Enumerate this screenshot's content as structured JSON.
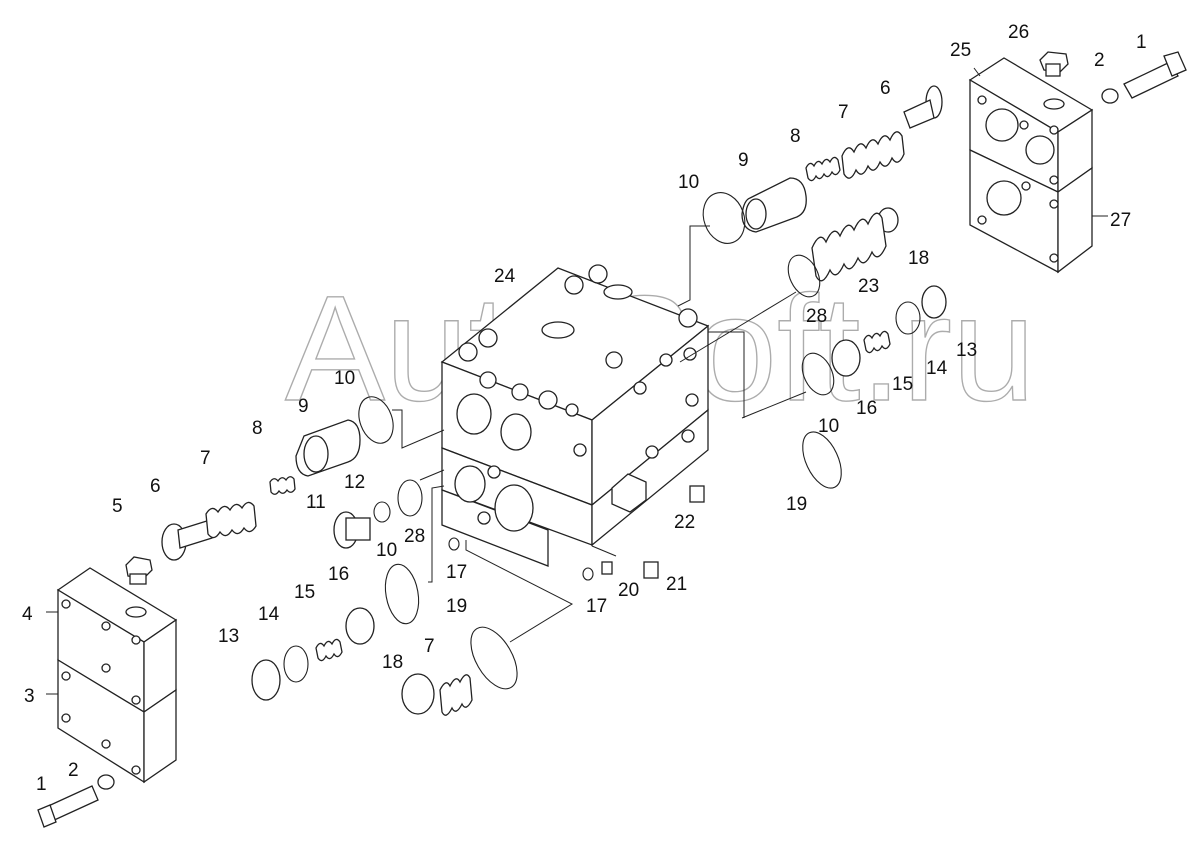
{
  "watermark": "AutoSoft.ru",
  "callouts": {
    "c1a": "1",
    "c2a": "2",
    "c26": "26",
    "c25": "25",
    "c6a": "6",
    "c7a": "7",
    "c8a": "8",
    "c9a": "9",
    "c10a": "10",
    "c18a": "18",
    "c23": "23",
    "c24": "24",
    "c28a": "28",
    "c27": "27",
    "c13a": "13",
    "c14a": "14",
    "c15a": "15",
    "c16a": "16",
    "c10b": "10",
    "c19a": "19",
    "c22": "22",
    "c10c": "10",
    "c9b": "9",
    "c8b": "8",
    "c7b": "7",
    "c6b": "6",
    "c5": "5",
    "c11": "11",
    "c12": "12",
    "c28b": "28",
    "c10d": "10",
    "c17a": "17",
    "c17b": "17",
    "c20": "20",
    "c21": "21",
    "c4": "4",
    "c3": "3",
    "c14b": "14",
    "c15b": "15",
    "c16b": "16",
    "c13b": "13",
    "c18b": "18",
    "c7c": "7",
    "c19b": "19",
    "c1b": "1",
    "c2b": "2"
  }
}
